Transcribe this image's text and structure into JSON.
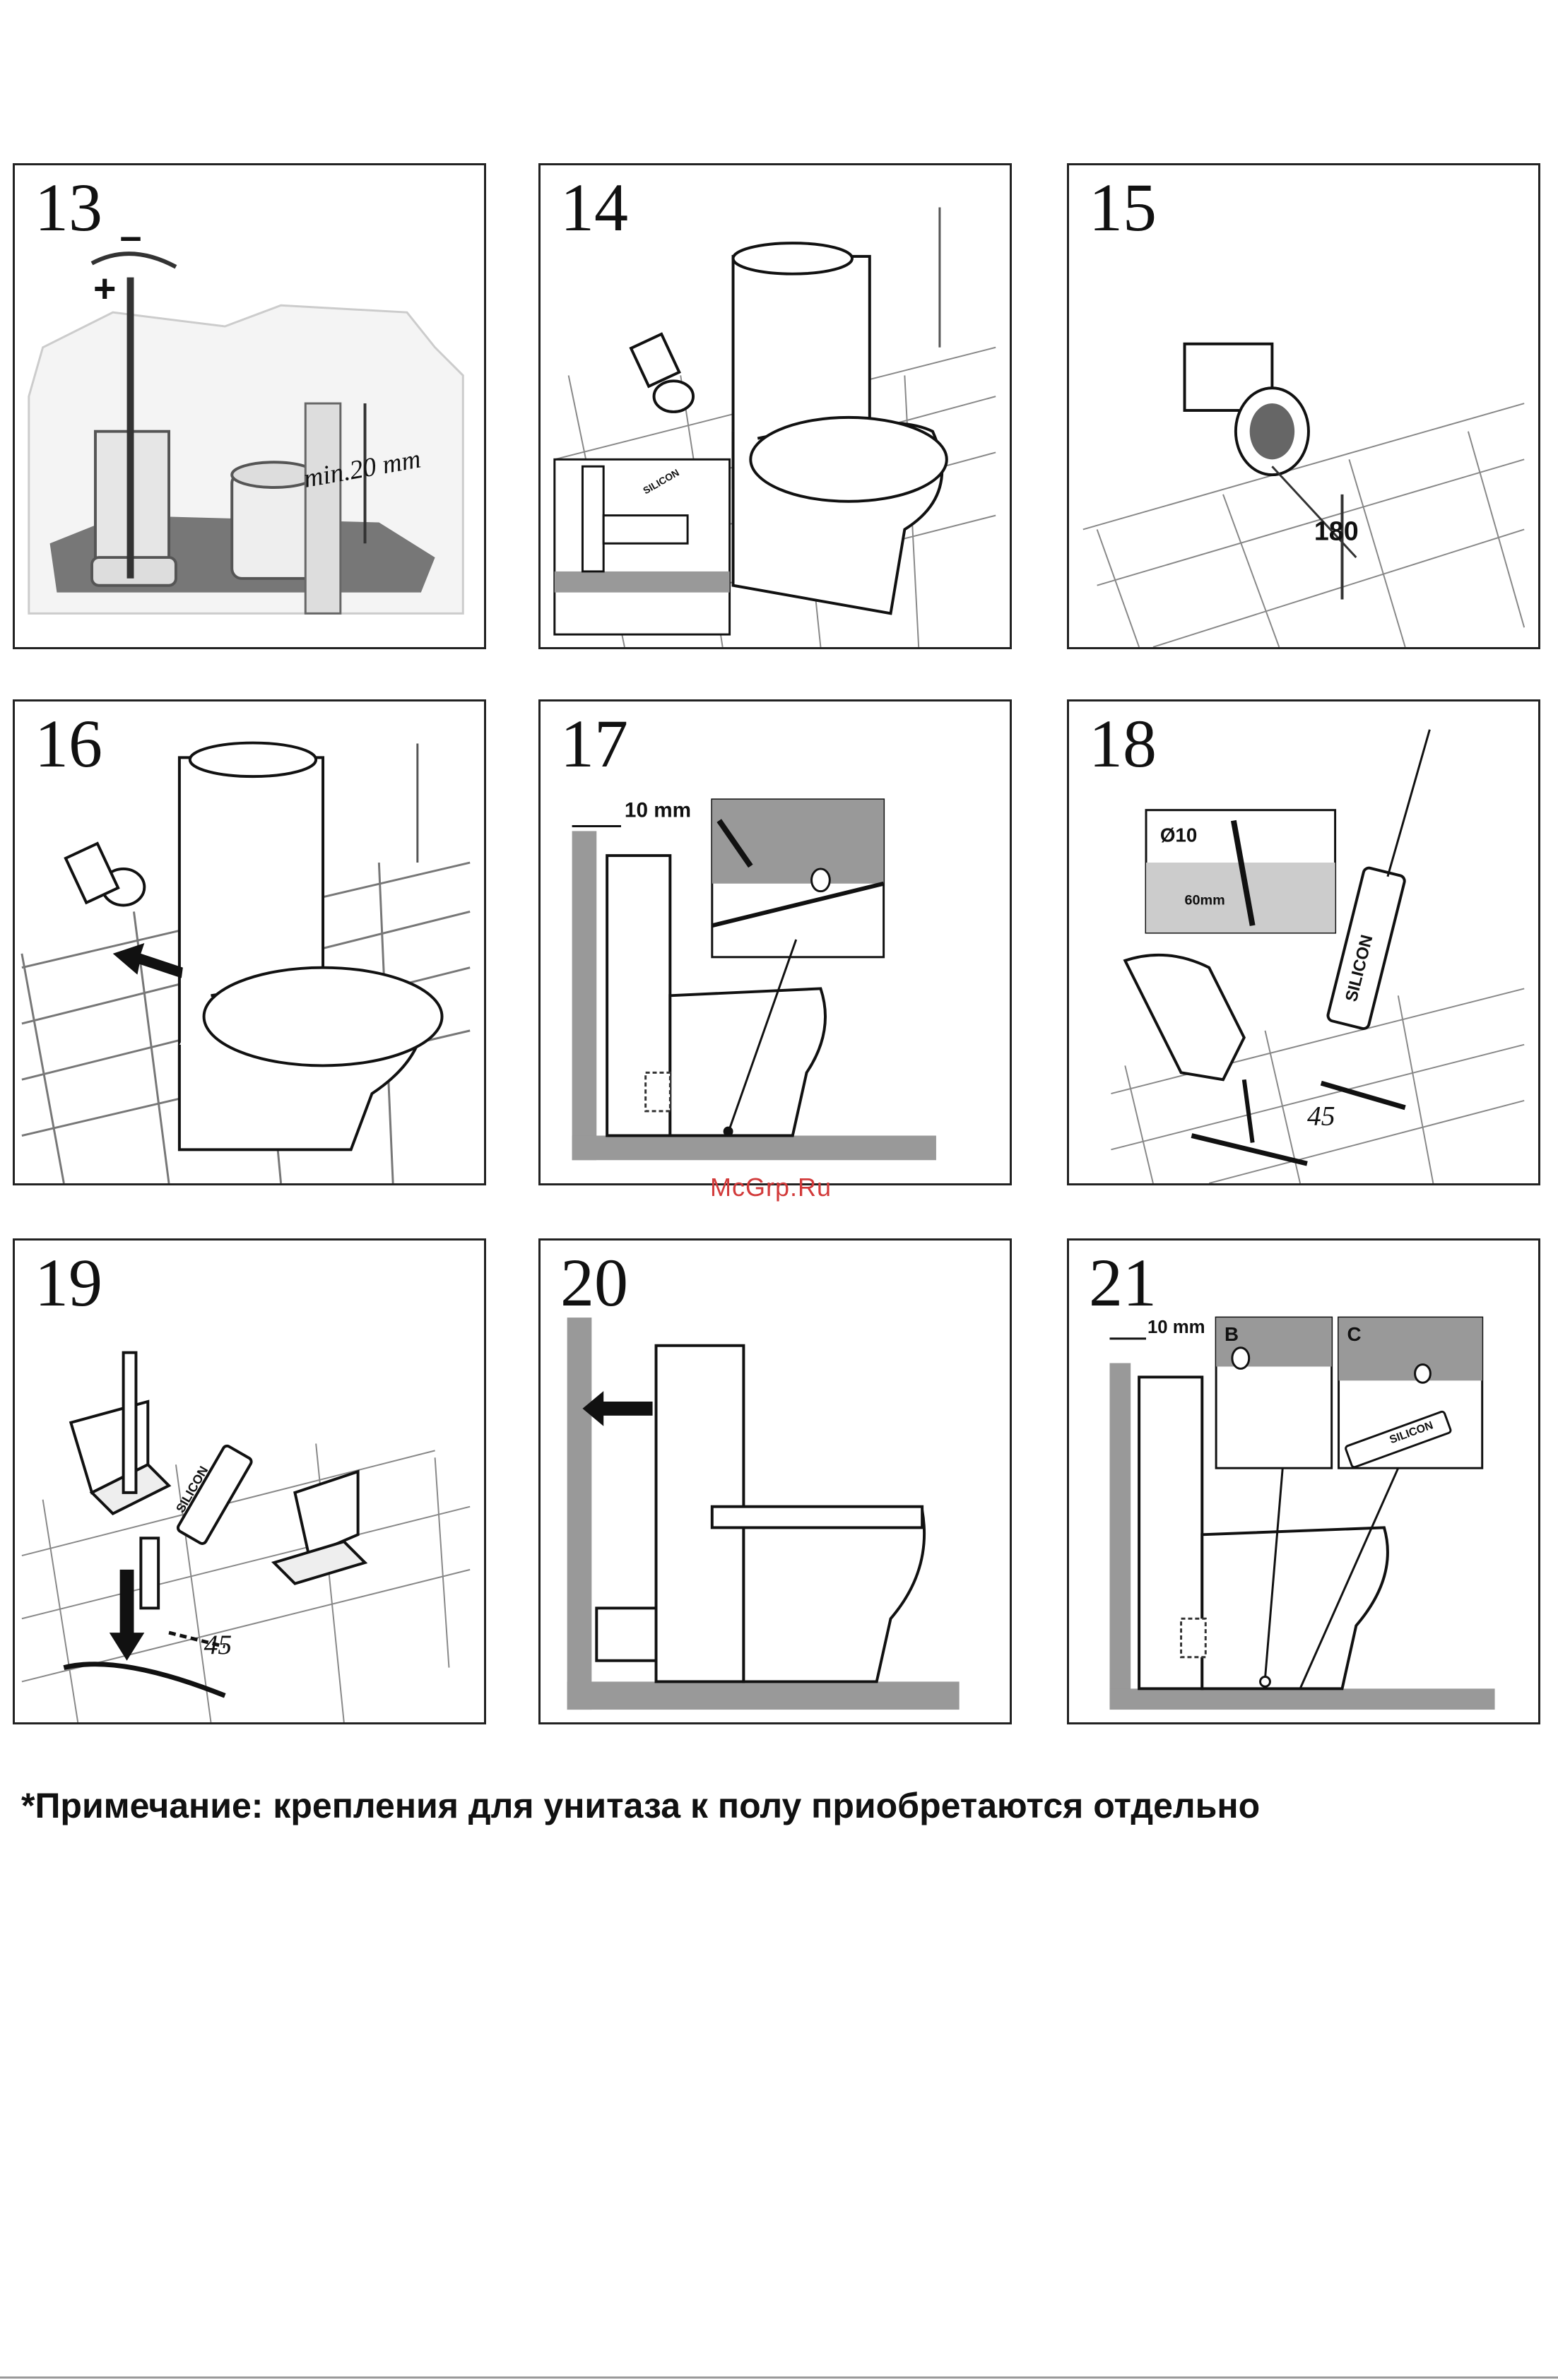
{
  "panels": [
    {
      "number": "13",
      "labels": {
        "dimension": "min.20 mm",
        "plus": "+",
        "minus": "–"
      }
    },
    {
      "number": "14",
      "labels": {
        "inset_text": "SILICON"
      }
    },
    {
      "number": "15",
      "labels": {
        "dimension": "180"
      }
    },
    {
      "number": "16",
      "labels": {}
    },
    {
      "number": "17",
      "labels": {
        "gap": "10 mm"
      }
    },
    {
      "number": "18",
      "labels": {
        "diameter": "Ø10",
        "depth": "60mm",
        "tube": "SILICON",
        "spacing": "45"
      }
    },
    {
      "number": "19",
      "labels": {
        "tube": "SILICON",
        "spacing": "45"
      }
    },
    {
      "number": "20",
      "labels": {}
    },
    {
      "number": "21",
      "labels": {
        "gap": "10 mm",
        "inset_b": "B",
        "inset_c": "C",
        "tube": "SILICON"
      }
    }
  ],
  "watermark": "McGrp.Ru",
  "note": "*Примечание: крепления для унитаза к полу приобретаются отдельно"
}
